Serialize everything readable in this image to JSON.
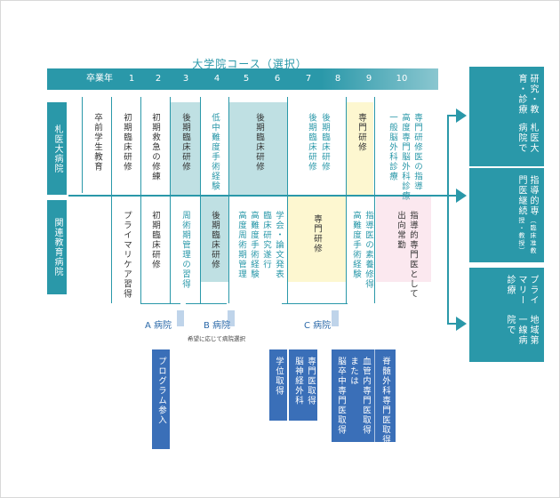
{
  "title": "大学院コース（選択）",
  "year_row": {
    "first_label": "卒業年",
    "years": [
      "1",
      "2",
      "3",
      "4",
      "5",
      "6",
      "7",
      "8",
      "9",
      "10"
    ]
  },
  "side_labels": {
    "univ_hospital": "札医大病院",
    "affiliated": "関連教育病院"
  },
  "upper_row": {
    "grad": "卒前学生教育",
    "y1": "初期臨床研修",
    "y2": "初期救急の修練",
    "y3": "後期臨床研修",
    "y4": "低中難度手術経験",
    "y56": "後期臨床研修",
    "y7_col1": "後期臨床研修",
    "y7_col2": "後期臨床研修",
    "y9": "専門研修",
    "y10_col1": "専門研修医の指導",
    "y10_col2": "高度専門脳外科診療",
    "y10_col3": "一般脳外科診療"
  },
  "lower_row": {
    "y1": "プライマリケア習得",
    "y2": "初期臨床研修",
    "y3": "周術期管理の習得",
    "y4": "後期臨床研修",
    "y5_col1": "高度周術期管理",
    "y5_col2": "高難度手術経験",
    "y5_col3": "臨床研究遂行",
    "y5_col4": "学会・論文発表",
    "y78": "専門研修",
    "y9_col1": "高難度手術経験",
    "y9_col2": "指導医の素養修得",
    "y10_col1": "出向常勤",
    "y10_col2": "指導的専門医として"
  },
  "right_boxes": [
    {
      "col1": "札医大病院で",
      "col2": "研究・教育・診療"
    },
    {
      "col1": "指導的専門医継続",
      "col2": "（臨床准教授・教授）"
    },
    {
      "col1": "地域第一線病院で",
      "col2": "プライマリー診療"
    }
  ],
  "hospitals": {
    "a": "A 病院",
    "b": "B 病院",
    "c": "C 病院",
    "note": "希望に応じて病院選択"
  },
  "blue_boxes": {
    "program": "プログラム参入",
    "degree": "学位取得",
    "neuro_col1": "脳神経外科",
    "neuro_col2": "専門医取得",
    "spec_col1": "脳卒中専門医取得",
    "spec_col2": "または",
    "spec_col3": "血管内専門医取得",
    "spine_col1": "または",
    "spine_col2": "脊髄外科専門医取得"
  },
  "colors": {
    "teal": "#2a98a9",
    "blue": "#3a6fb8",
    "light_teal_fill": "#bfe0e3",
    "light_yellow_fill": "#fdf7d0",
    "light_pink_fill": "#fbe8ef",
    "text": "#333333"
  }
}
